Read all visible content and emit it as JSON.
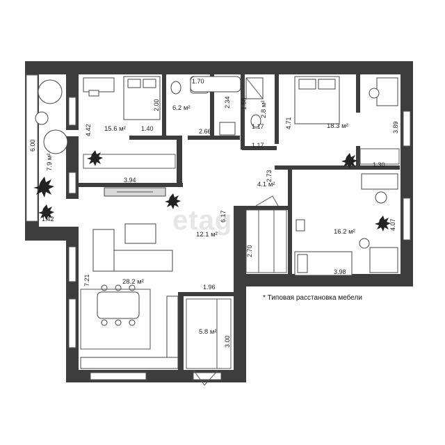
{
  "watermark": "etagi",
  "note": "* Типовая расстановка мебели",
  "rooms": [
    {
      "id": "balcony",
      "area": "7.9 м²"
    },
    {
      "id": "bedroom-left",
      "area": "15.6 м²"
    },
    {
      "id": "bathroom",
      "area": "6.2 м²"
    },
    {
      "id": "wc",
      "area": "2.8 м²"
    },
    {
      "id": "bedroom-right",
      "area": "18.3 м²"
    },
    {
      "id": "hall",
      "area": "4.1 м²"
    },
    {
      "id": "corridor",
      "area": "12.1 м²"
    },
    {
      "id": "bedroom-lower",
      "area": "16.2 м²"
    },
    {
      "id": "kitchen-living",
      "area": "28.2 м²"
    },
    {
      "id": "storage",
      "area": "5.8 м²"
    }
  ],
  "dims": {
    "balcony_len": "6.00",
    "balcony_w": "1.42",
    "bl_h": "4.42",
    "bl_door": "1.40",
    "bl_wall": "2.00",
    "bath_w": "1.70",
    "bath_h": "2.34",
    "bath_bottom": "2.66",
    "wc_h": "1.56",
    "wc_w": "1.17",
    "wc_below": "1.17",
    "br_h": "4.71",
    "br_right": "3.89",
    "br_bottom": "1.30",
    "hall_h": "2.73",
    "corr_w": "3.94",
    "corr_h": "6.17",
    "closet_h": "2.70",
    "lower_h": "4.07",
    "lower_w": "3.98",
    "kl_h": "7.21",
    "kl_w": "1.96",
    "storage_h": "3.00"
  }
}
